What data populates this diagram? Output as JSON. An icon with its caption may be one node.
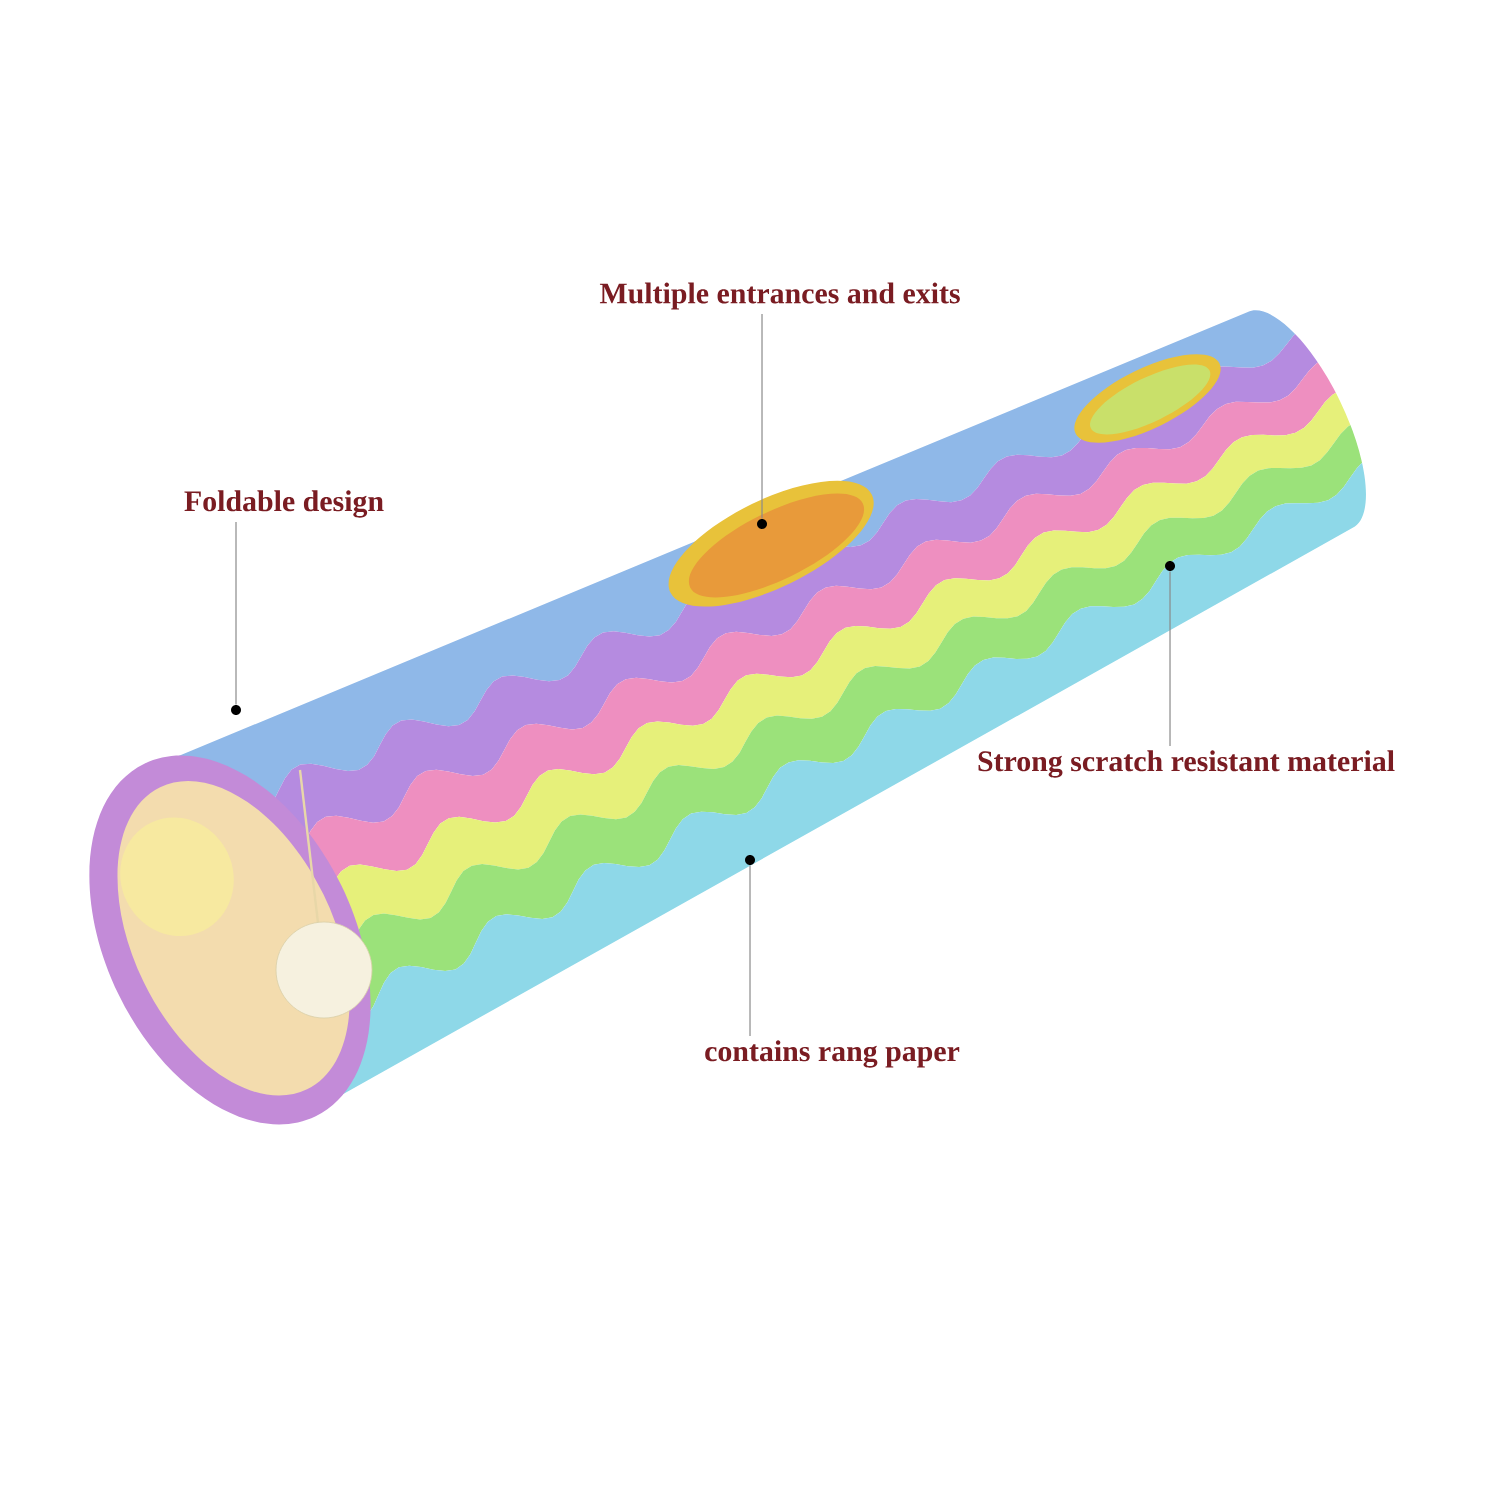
{
  "diagram": {
    "nodes": [
      {
        "text": [
          "Foldable design"
        ]
      },
      {
        "text": [
          "Multiple entrances and exits"
        ]
      },
      {
        "text": [
          "Strong scratch resistant material"
        ]
      },
      {
        "text": [
          "contains rang paper"
        ]
      },
      {
        "text": [],
        "shape": "circle"
      },
      {
        "text": [],
        "shape": "circle"
      },
      {
        "text": [],
        "shape": "circle"
      },
      {
        "text": [],
        "shape": "circle"
      }
    ],
    "edges": [
      {
        "from": 0,
        "to": 4,
        "arrow": "none"
      },
      {
        "from": 1,
        "to": 5,
        "arrow": "none"
      },
      {
        "from": 2,
        "to": 6,
        "arrow": "none"
      },
      {
        "from": 3,
        "to": 7,
        "arrow": "none"
      }
    ]
  }
}
